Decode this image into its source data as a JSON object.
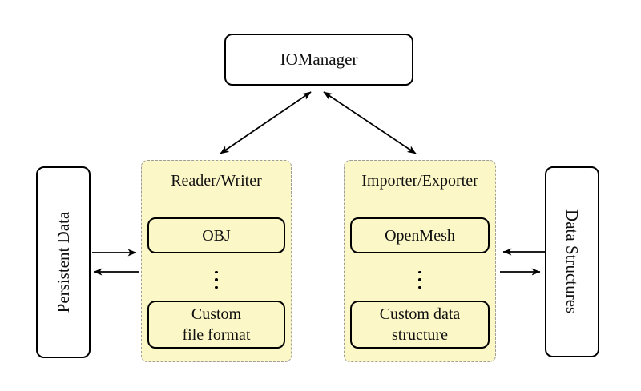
{
  "nodes": {
    "io_manager": {
      "label": "IOManager"
    },
    "persistent_data": {
      "label": "Persistent Data"
    },
    "data_structures": {
      "label": "Data Structures"
    }
  },
  "groups": {
    "reader_writer": {
      "title": "Reader/Writer",
      "item_top": "OBJ",
      "item_bottom_line1": "Custom",
      "item_bottom_line2": "file format"
    },
    "importer_exporter": {
      "title": "Importer/Exporter",
      "item_top": "OpenMesh",
      "item_bottom_line1": "Custom data",
      "item_bottom_line2": "structure"
    }
  },
  "colors": {
    "group_fill": "#FBF7C6",
    "group_border": "#9E9E9E",
    "node_fill": "#FFFFFF",
    "line_color": "#000000",
    "bg": "#FFFFFF"
  }
}
